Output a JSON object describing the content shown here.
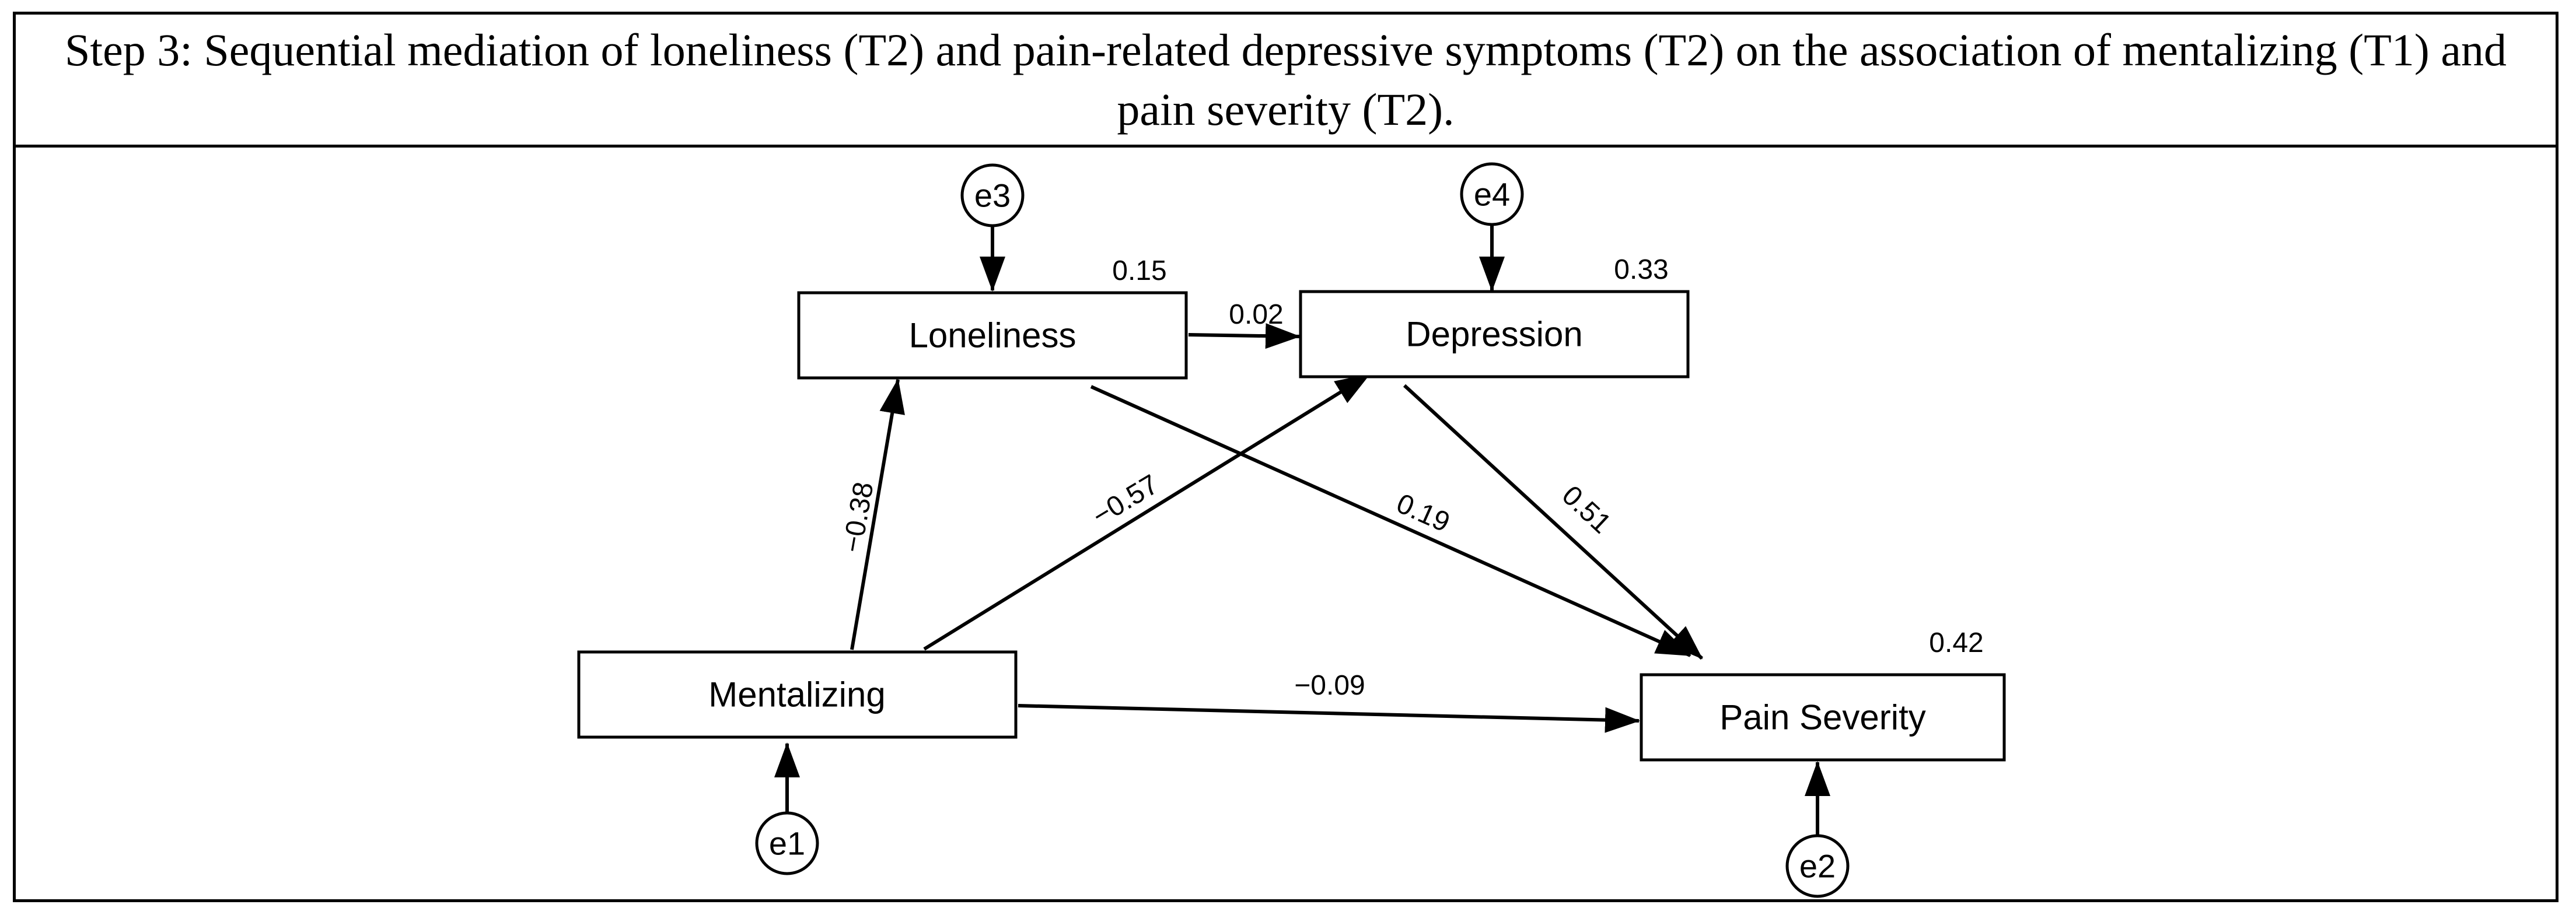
{
  "caption": "Step 3: Sequential mediation of loneliness (T2) and pain-related depressive symptoms (T2) on the association of mentalizing (T1) and pain severity (T2).",
  "nodes": {
    "loneliness": {
      "label": "Loneliness",
      "r2": "0.15"
    },
    "depression": {
      "label": "Depression",
      "r2": "0.33"
    },
    "mentalizing": {
      "label": "Mentalizing"
    },
    "pain_severity": {
      "label": "Pain Severity",
      "r2": "0.42"
    }
  },
  "errors": {
    "e1": "e1",
    "e2": "e2",
    "e3": "e3",
    "e4": "e4"
  },
  "paths": {
    "loneliness_to_depression": "0.02",
    "mentalizing_to_loneliness": "−0.38",
    "mentalizing_to_depression": "−0.57",
    "loneliness_to_pain": "0.19",
    "depression_to_pain": "0.51",
    "mentalizing_to_pain": "−0.09"
  }
}
